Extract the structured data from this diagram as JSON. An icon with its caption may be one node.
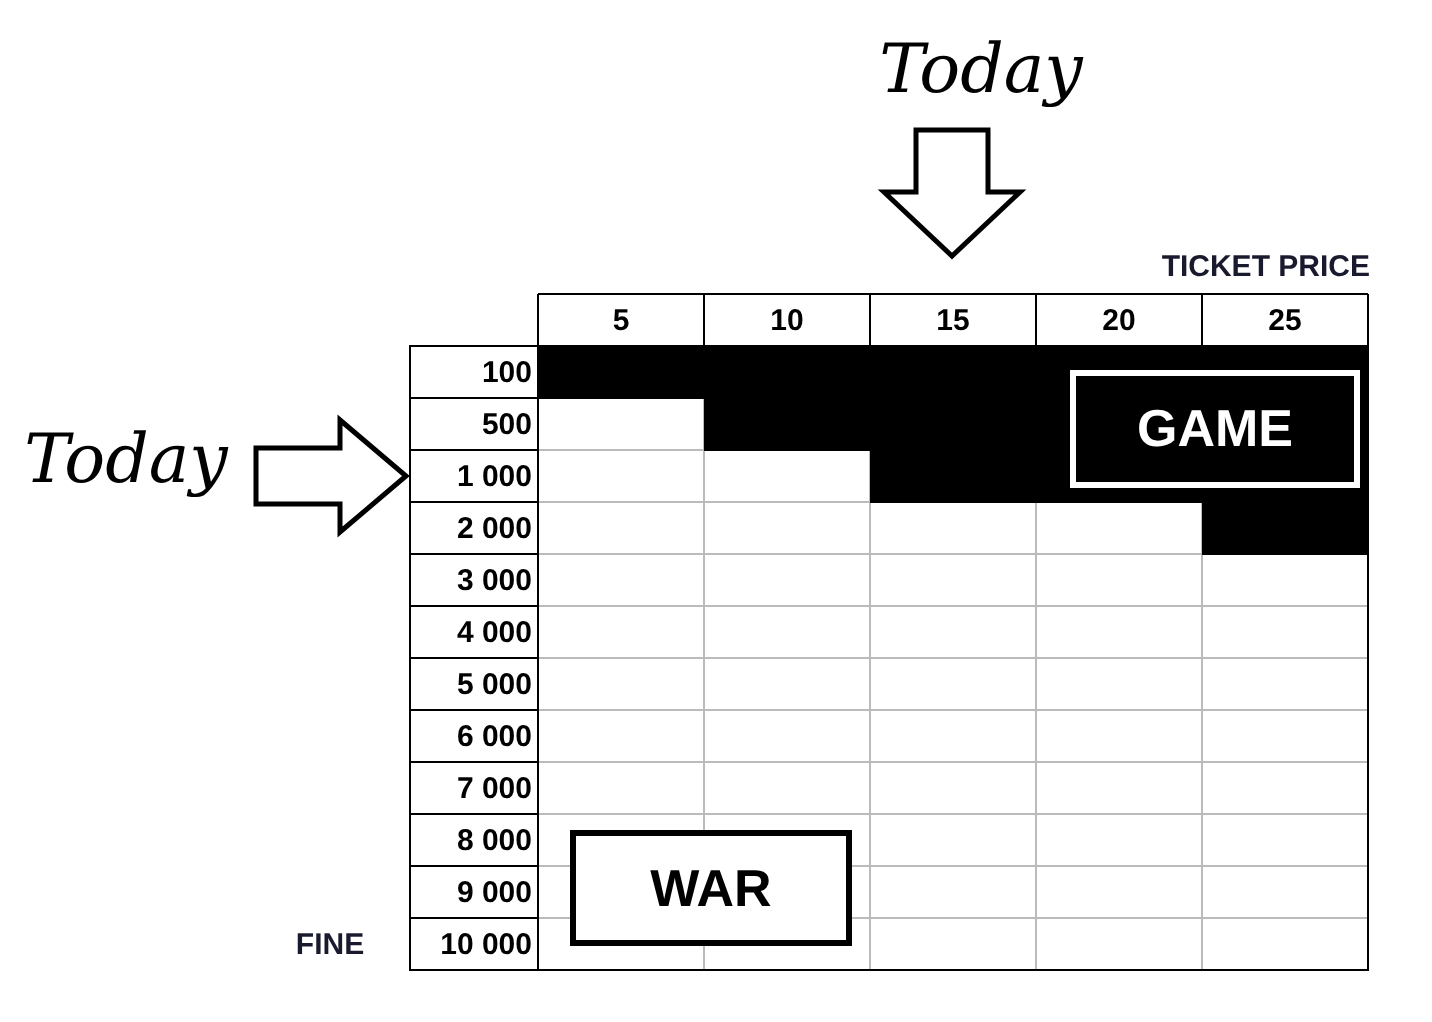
{
  "diagram": {
    "nodes": [
      {
        "text": [
          "Today"
        ]
      },
      {
        "text": [
          "Today"
        ]
      },
      {
        "text": [
          "GAME"
        ]
      },
      {
        "text": [
          "WAR"
        ]
      }
    ],
    "edges": [
      {
        "from": 0,
        "to": null,
        "arrow": "to"
      },
      {
        "from": 1,
        "to": null,
        "arrow": "to"
      }
    ],
    "labels": [
      "TICKET PRICE",
      "5",
      "10",
      "15",
      "20",
      "25",
      "100",
      "500",
      "1 000",
      "2 000",
      "3 000",
      "4 000",
      "5 000",
      "6 000",
      "7 000",
      "8 000",
      "9 000",
      "FINE",
      "10 000"
    ]
  }
}
